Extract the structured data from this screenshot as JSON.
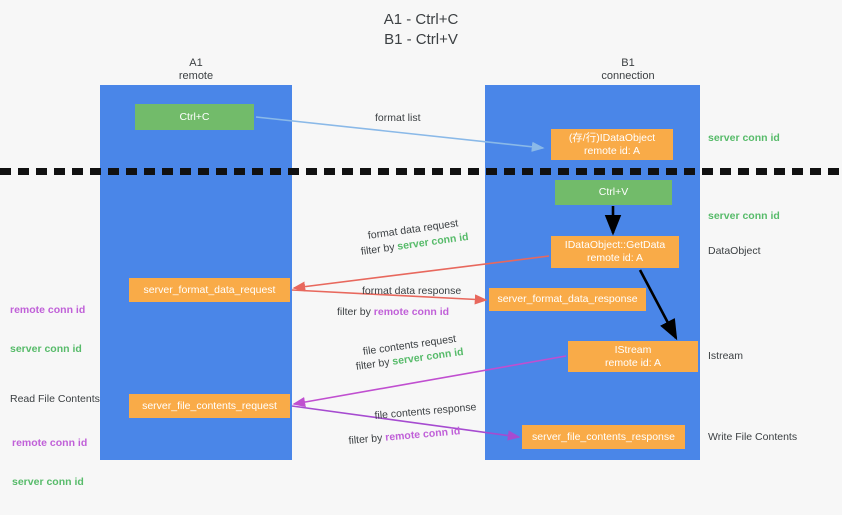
{
  "title": "A1 - Ctrl+C\nB1 - Ctrl+V",
  "columns": {
    "left": {
      "name": "A1",
      "role": "remote",
      "label": "A1\nremote"
    },
    "right": {
      "name": "B1",
      "role": "connection",
      "label": "B1\nconnection"
    }
  },
  "colors": {
    "lane": "#4a86e8",
    "green_node": "#72bb6a",
    "orange_node": "#f9ab48",
    "server_conn_id": "#57bb6a",
    "remote_conn_id": "#c060d8",
    "arrow_blue": "#8ab9e8",
    "arrow_red": "#e8685d",
    "arrow_magenta": "#c04fd0",
    "arrow_purple": "#a64bd0",
    "arrow_black": "#000000",
    "background": "#f7f7f7",
    "text": "#3c4043"
  },
  "nodes": {
    "ctrl_c": {
      "label": "Ctrl+C",
      "kind": "green"
    },
    "ctrl_v": {
      "label": "Ctrl+V",
      "kind": "green"
    },
    "idataobject": {
      "line1": "(存/行)IDataObject",
      "line2": "remote id: A",
      "kind": "orange"
    },
    "getdata": {
      "line1": "IDataObject::GetData",
      "line2": "remote id: A",
      "kind": "orange"
    },
    "istream": {
      "line1": "IStream",
      "line2": "remote id: A",
      "kind": "orange"
    },
    "format_data_request": {
      "label": "server_format_data_request",
      "kind": "orange"
    },
    "format_data_response": {
      "label": "server_format_data_response",
      "kind": "orange"
    },
    "file_contents_request": {
      "label": "server_file_contents_request",
      "kind": "orange"
    },
    "file_contents_response": {
      "label": "server_file_contents_response",
      "kind": "orange"
    }
  },
  "edge_labels": {
    "format_list": "format list",
    "format_data_request": "format data request",
    "format_data_request_filter_prefix": "filter by ",
    "format_data_request_filter_key": "server conn id",
    "format_data_response": "format data response",
    "format_data_response_filter_prefix": "filter by ",
    "format_data_response_filter_key": "remote conn id",
    "file_contents_request": "file contents request",
    "file_contents_request_filter_prefix": "filter by ",
    "file_contents_request_filter_key": "server conn id",
    "file_contents_response": "file contents response",
    "file_contents_response_filter_prefix": "filter by ",
    "file_contents_response_filter_key": "remote conn id"
  },
  "annotations": {
    "right": {
      "server_conn_id_top": "server conn id",
      "server_conn_id_mid": "server conn id",
      "dataobject": "DataObject",
      "istream": "Istream",
      "write_file_contents": "Write File Contents"
    },
    "left": {
      "remote_conn_id_1": "remote conn id",
      "server_conn_id_1": "server conn id",
      "read_file_contents": "Read File Contents",
      "remote_conn_id_2": "remote conn id",
      "server_conn_id_2": "server conn id"
    }
  }
}
